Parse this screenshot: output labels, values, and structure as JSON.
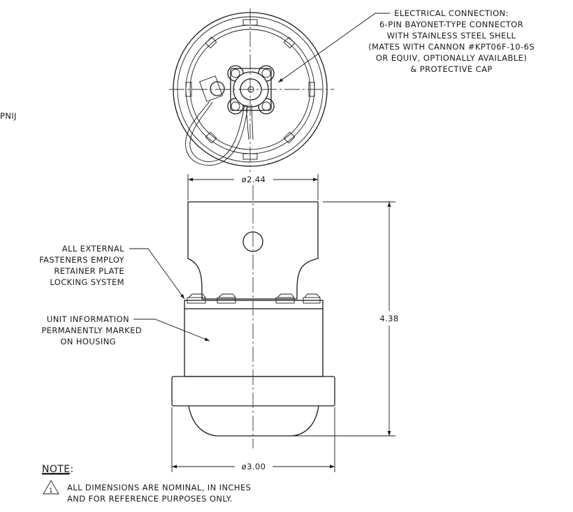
{
  "side_cut_text": "PNIJ",
  "callouts": {
    "electrical": [
      "ELECTRICAL  CONNECTION:",
      "6-PIN  BAYONET-TYPE  CONNECTOR",
      "WITH  STAINLESS  STEEL  SHELL",
      "(MATES  WITH  CANNON  #KPT06F-10-6S",
      "OR  EQUIV,  OPTIONALLY  AVAILABLE)",
      "&  PROTECTIVE  CAP"
    ],
    "fasteners": [
      "ALL  EXTERNAL",
      "FASTENERS  EMPLOY",
      "RETAINER  PLATE",
      "LOCKING  SYSTEM"
    ],
    "unit_info": [
      "UNIT  INFORMATION",
      "PERMANENTLY  MARKED",
      "ON  HOUSING"
    ]
  },
  "dimensions": {
    "top_diameter": "ø2.44",
    "height": "4.38",
    "bottom_diameter": "ø3.00"
  },
  "note": {
    "heading": "NOTE",
    "heading_suffix": ":",
    "marker": "1",
    "lines": [
      "ALL  DIMENSIONS  ARE  NOMINAL,  IN  INCHES",
      "AND  FOR  REFERENCE  PURPOSES  ONLY."
    ]
  }
}
